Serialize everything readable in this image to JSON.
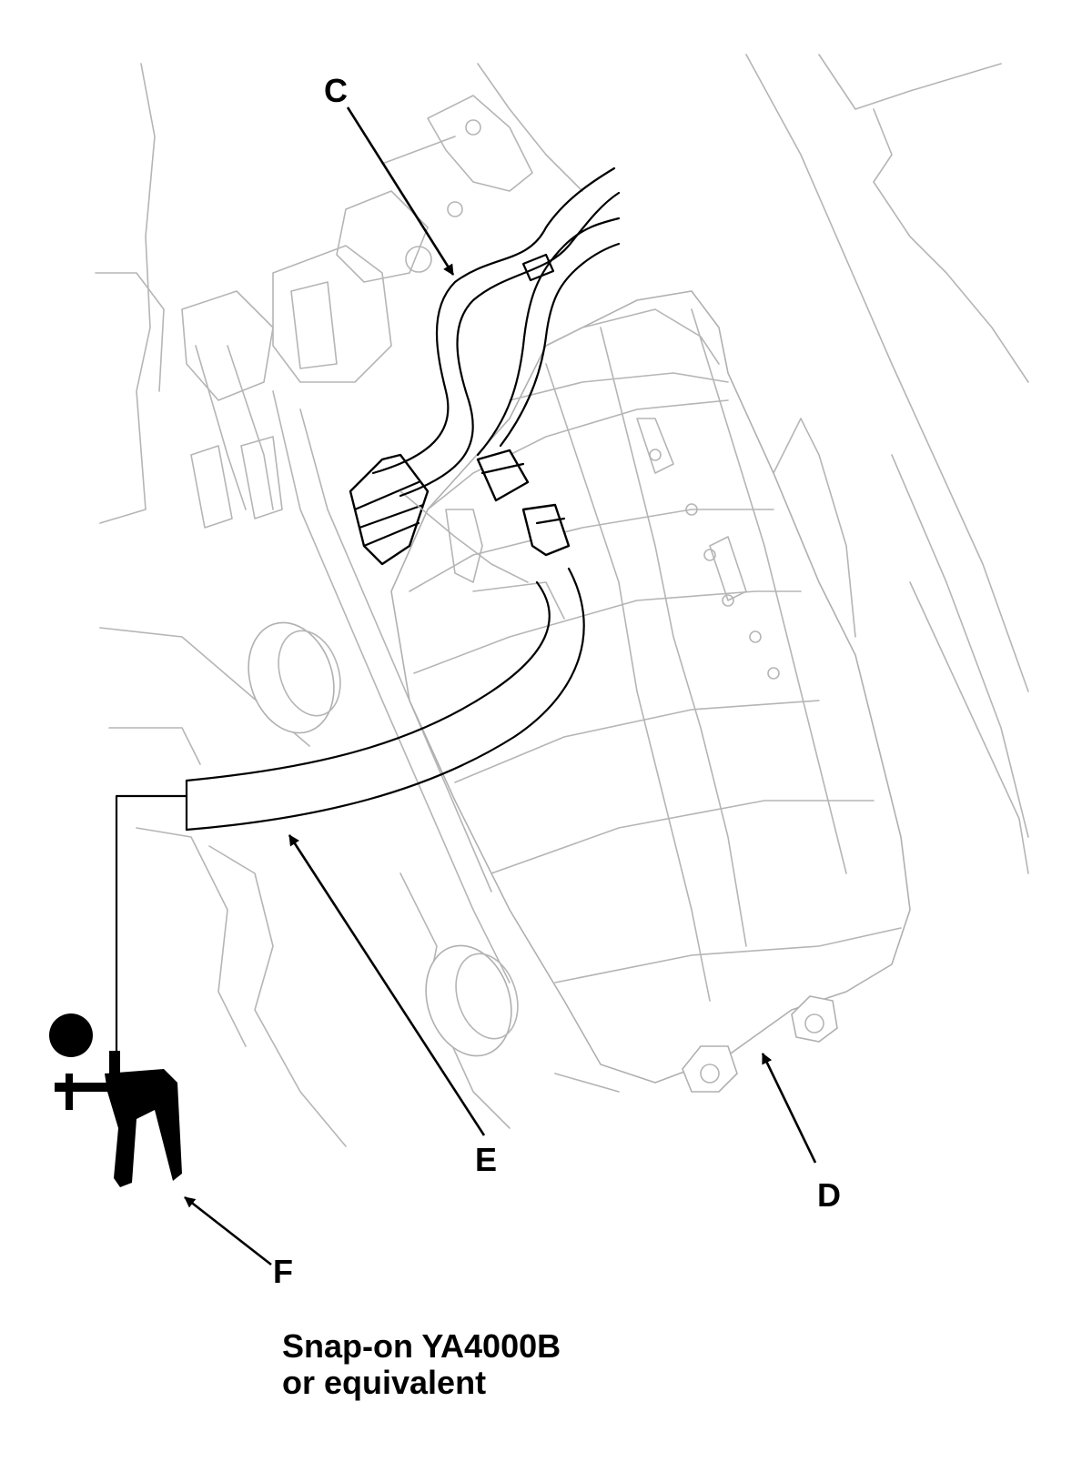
{
  "callouts": {
    "c": "C",
    "d": "D",
    "e": "E",
    "f": "F"
  },
  "tool": {
    "line1": "Snap-on YA4000B",
    "line2": "or equivalent"
  }
}
